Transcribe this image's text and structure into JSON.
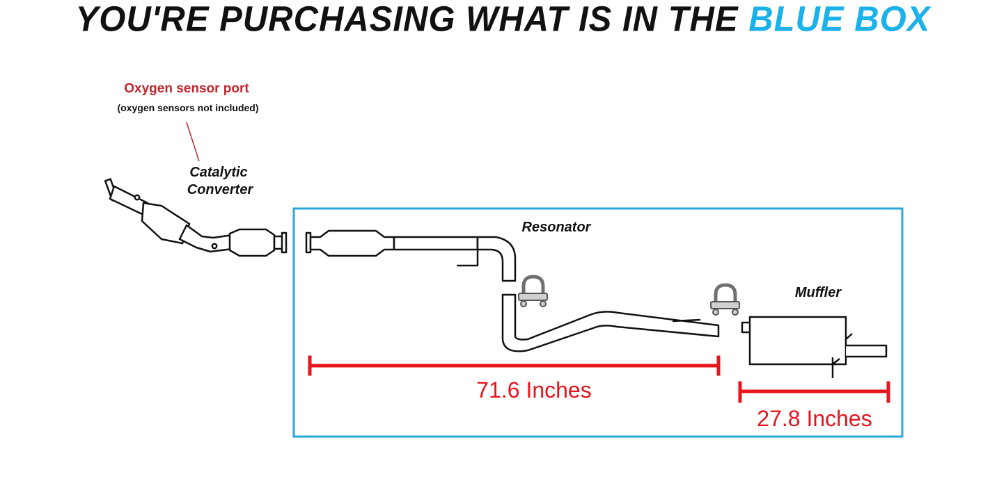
{
  "headline": {
    "prefix": "YOU'RE PURCHASING WHAT IS IN THE",
    "highlight": "BLUE BOX"
  },
  "labels": {
    "oxygen_port": "Oxygen sensor port",
    "oxygen_note": "(oxygen sensors not included)",
    "catalytic_line1": "Catalytic",
    "catalytic_line2": "Converter",
    "resonator": "Resonator",
    "muffler": "Muffler"
  },
  "measurements": {
    "pipe_length": "71.6 Inches",
    "muffler_length": "27.8 Inches"
  },
  "colors": {
    "highlight_box": "#2aa8dc",
    "headline_blue": "#1ab2e8",
    "dimension_red": "#e8141b",
    "oxygen_label": "#c0272d"
  }
}
